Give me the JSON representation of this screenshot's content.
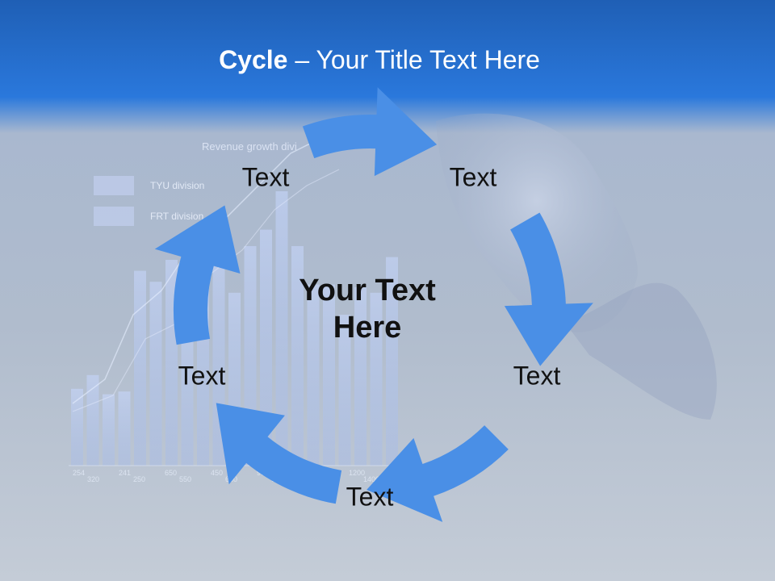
{
  "slide": {
    "title_bold": "Cycle",
    "title_rest": " – Your Title Text Here"
  },
  "background_chart": {
    "title": "Revenue growth divi",
    "legend": [
      {
        "label": "TYU division"
      },
      {
        "label": "FRT division"
      }
    ],
    "tick_row_1": [
      "254",
      "241",
      "650",
      "450",
      "900",
      "900",
      "1200"
    ],
    "tick_row_2": [
      "320",
      "250",
      "550",
      "650",
      "600",
      "1200",
      "1400"
    ],
    "bar_heights": [
      0.28,
      0.33,
      0.26,
      0.27,
      0.71,
      0.67,
      0.75,
      0.55,
      0.69,
      0.77,
      0.63,
      0.8,
      0.86,
      1.0,
      0.8,
      0.66,
      0.66,
      0.55,
      0.65,
      0.63,
      0.76
    ]
  },
  "cycle": {
    "center_text": "Your Text Here",
    "nodes": [
      {
        "label": "Text"
      },
      {
        "label": "Text"
      },
      {
        "label": "Text"
      },
      {
        "label": "Text"
      },
      {
        "label": "Text"
      }
    ],
    "arrow_color": "#4a8fe6"
  },
  "colors": {
    "header_blue": "#2a78dc",
    "text_dark": "#111111"
  }
}
